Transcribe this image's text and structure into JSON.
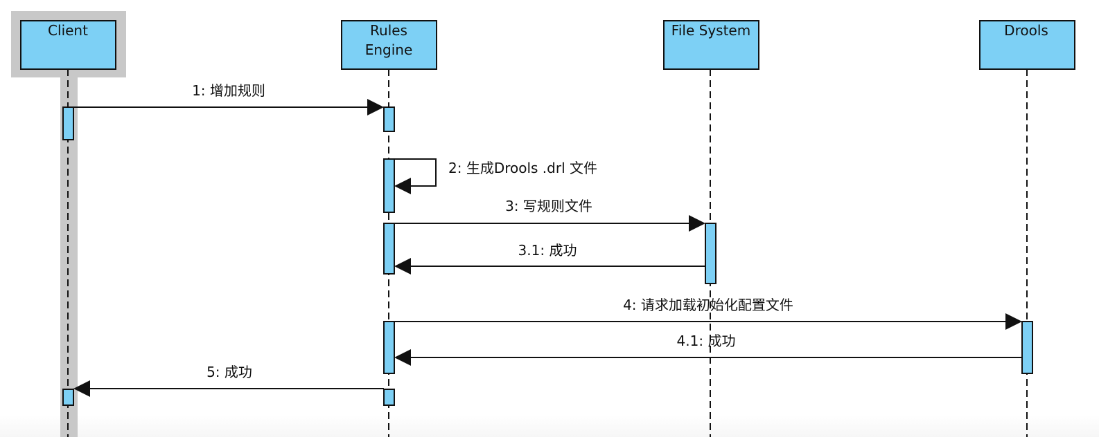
{
  "participants": [
    {
      "id": "client",
      "lines": [
        "Client"
      ]
    },
    {
      "id": "rules-engine",
      "lines": [
        "Rules",
        "Engine"
      ]
    },
    {
      "id": "file-system",
      "lines": [
        "File System"
      ]
    },
    {
      "id": "drools",
      "lines": [
        "Drools"
      ]
    }
  ],
  "messages": [
    {
      "id": "m1",
      "label": "1: 增加规则",
      "from": "client",
      "to": "rules-engine",
      "kind": "call"
    },
    {
      "id": "m2",
      "label": "2: 生成Drools .drl 文件",
      "from": "rules-engine",
      "to": "rules-engine",
      "kind": "self"
    },
    {
      "id": "m3",
      "label": "3: 写规则文件",
      "from": "rules-engine",
      "to": "file-system",
      "kind": "call"
    },
    {
      "id": "m31",
      "label": "3.1: 成功",
      "from": "file-system",
      "to": "rules-engine",
      "kind": "return"
    },
    {
      "id": "m4",
      "label": "4: 请求加载初始化配置文件",
      "from": "rules-engine",
      "to": "drools",
      "kind": "call"
    },
    {
      "id": "m41",
      "label": "4.1: 成功",
      "from": "drools",
      "to": "rules-engine",
      "kind": "return"
    },
    {
      "id": "m5",
      "label": "5: 成功",
      "from": "rules-engine",
      "to": "client",
      "kind": "return"
    }
  ],
  "colors": {
    "participant_fill": "#7dd0f5",
    "activation_fill": "#7dd0f5",
    "stroke": "#111111",
    "selection_highlight": "#c8c8c8"
  }
}
